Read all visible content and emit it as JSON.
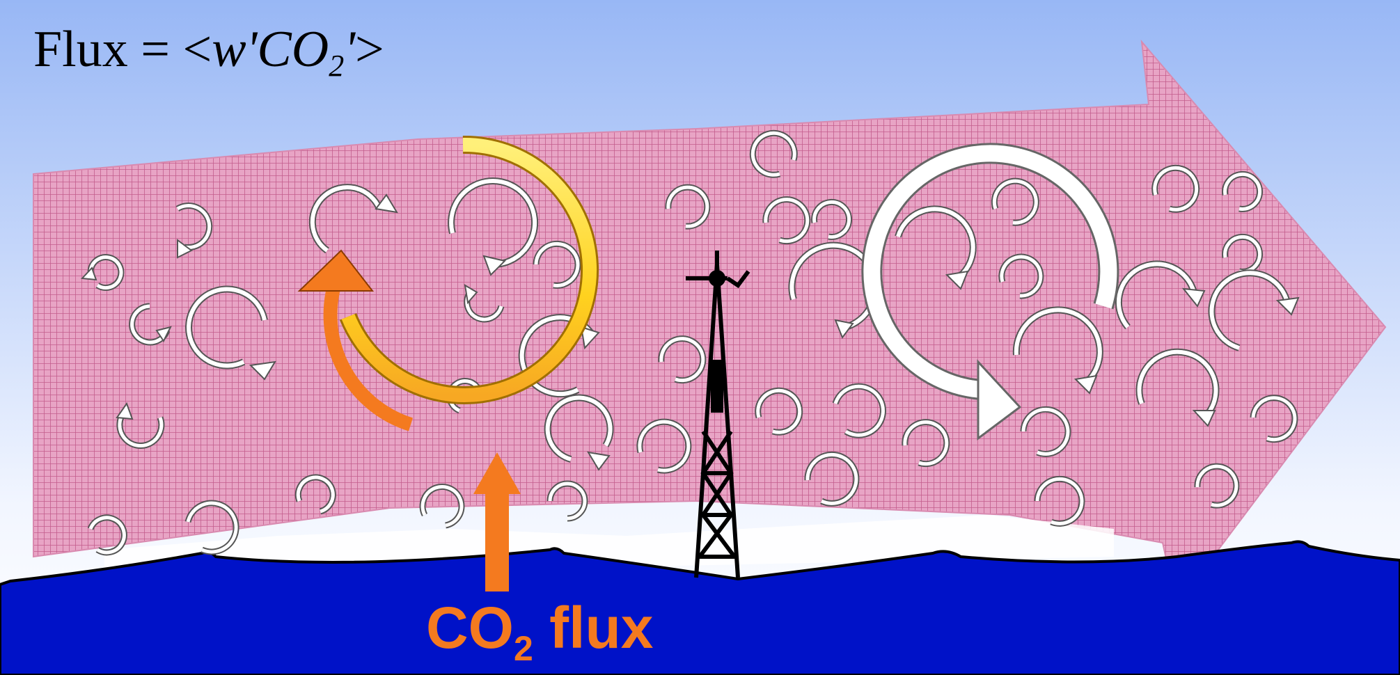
{
  "formula": {
    "lhs": "Flux = <",
    "w": "w'",
    "co": "CO",
    "sub": "2",
    "rhs_prime": "'",
    "close": ">"
  },
  "flux_label": {
    "co": "CO",
    "sub": "2",
    "suffix": " flux"
  },
  "colors": {
    "sky_top": "#98b7f5",
    "sky_bottom": "#ffffff",
    "flow": "#e59cc0",
    "grid": "#c2628f",
    "ocean": "#0012c8",
    "flux_arrow": "#f47a1f",
    "big_eddy": "#ffd21f",
    "eddy": "#ffffff"
  },
  "icons": [
    "wind-flow-arrow",
    "eddy-icon",
    "flux-tower-icon",
    "co2-flux-arrow",
    "ocean-waves"
  ]
}
